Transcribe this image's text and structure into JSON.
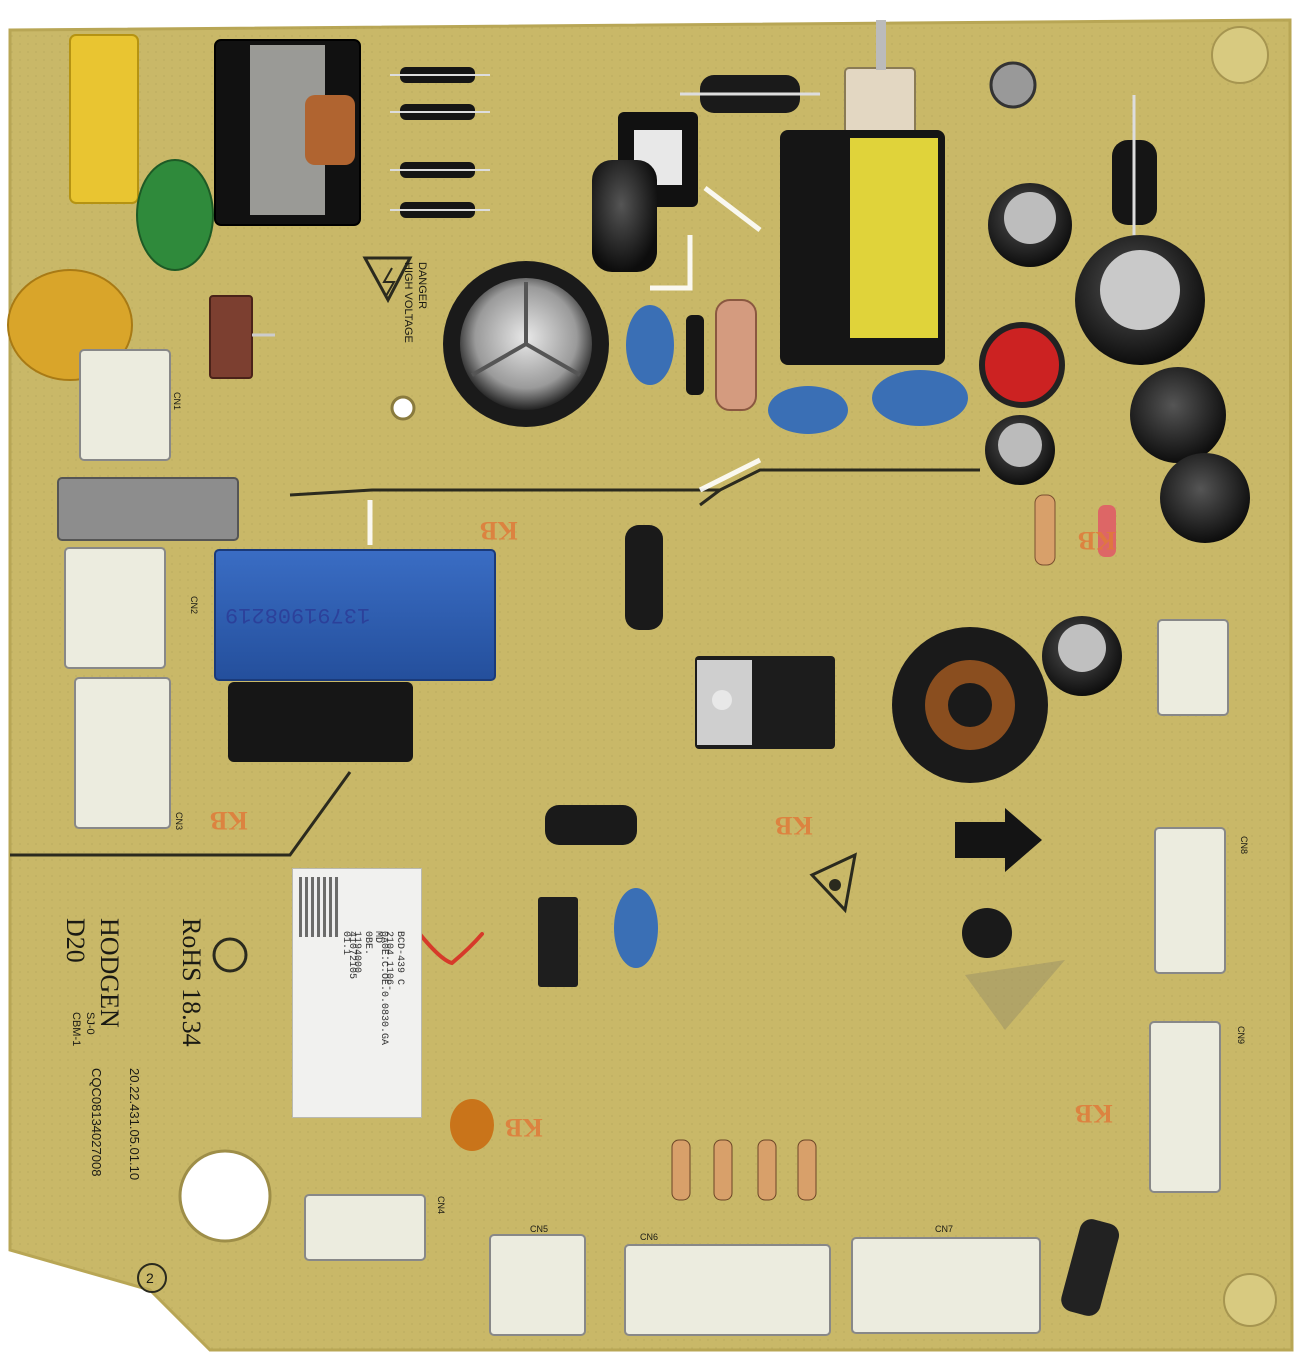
{
  "board": {
    "colors": {
      "pcb": "#c9b868",
      "pcb_edge": "#b8a655",
      "trace": "#2b2a1e",
      "silk": "#2a2a1e",
      "kb_mark": "#e07a3a",
      "relay_blue": "#2f5fb8",
      "capacitor_blue": "#3a6fb5",
      "yellow_cap": "#e9c531",
      "green_cap": "#2f8a3b"
    },
    "relay_number": "13791908219",
    "silk_warning_1": "DANGER",
    "silk_warning_2": "HIGH VOLTAGE",
    "brand": "HODGEN",
    "rohs": "RoHS 18.34",
    "model_code": "D20",
    "date_code": "20.22.431.05.01.10",
    "cqc_code": "CQC08134027008",
    "marks": [
      "SJ-0",
      "CBM-1"
    ],
    "kb_label": "KB",
    "label_lines": [
      "BCD-439 C 2104.1106-MD",
      "0A0E.C.OE.0.0830.GA",
      "0BE. 1194000 01.1",
      "41072105"
    ],
    "circle_number": "2",
    "connector_labels": [
      "CN1",
      "CN2",
      "CN3",
      "CN4",
      "CN5",
      "CN6",
      "CN7",
      "CN8",
      "CN9"
    ],
    "icons": [
      "high-voltage-warning-icon",
      "esd-warning-icon",
      "arrow-right-icon",
      "e-mark-icon"
    ]
  }
}
